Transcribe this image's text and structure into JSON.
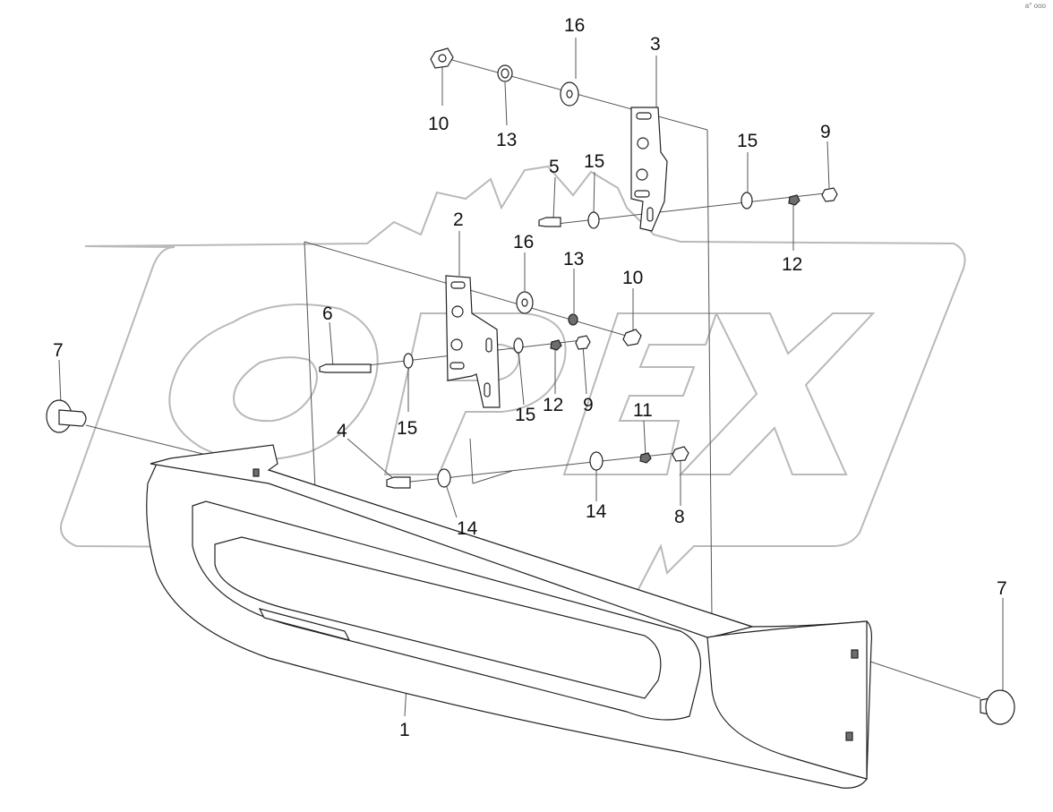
{
  "corner_mark": "a° ooo",
  "colors": {
    "watermark": "#b9b9b9",
    "line": "#222222",
    "background": "#ffffff"
  },
  "watermark_logo": "OPEX gear logo",
  "callouts": [
    {
      "id": "c1",
      "label": "1"
    },
    {
      "id": "c2",
      "label": "2"
    },
    {
      "id": "c3",
      "label": "3"
    },
    {
      "id": "c4",
      "label": "4"
    },
    {
      "id": "c5",
      "label": "5"
    },
    {
      "id": "c6",
      "label": "6"
    },
    {
      "id": "c7a",
      "label": "7"
    },
    {
      "id": "c7b",
      "label": "7"
    },
    {
      "id": "c8",
      "label": "8"
    },
    {
      "id": "c9a",
      "label": "9"
    },
    {
      "id": "c9b",
      "label": "9"
    },
    {
      "id": "c10a",
      "label": "10"
    },
    {
      "id": "c10b",
      "label": "10"
    },
    {
      "id": "c11",
      "label": "11"
    },
    {
      "id": "c12a",
      "label": "12"
    },
    {
      "id": "c12b",
      "label": "12"
    },
    {
      "id": "c13a",
      "label": "13"
    },
    {
      "id": "c13b",
      "label": "13"
    },
    {
      "id": "c14a",
      "label": "14"
    },
    {
      "id": "c14b",
      "label": "14"
    },
    {
      "id": "c15a",
      "label": "15"
    },
    {
      "id": "c15b",
      "label": "15"
    },
    {
      "id": "c15c",
      "label": "15"
    },
    {
      "id": "c15d",
      "label": "15"
    },
    {
      "id": "c16a",
      "label": "16"
    },
    {
      "id": "c16b",
      "label": "16"
    }
  ]
}
